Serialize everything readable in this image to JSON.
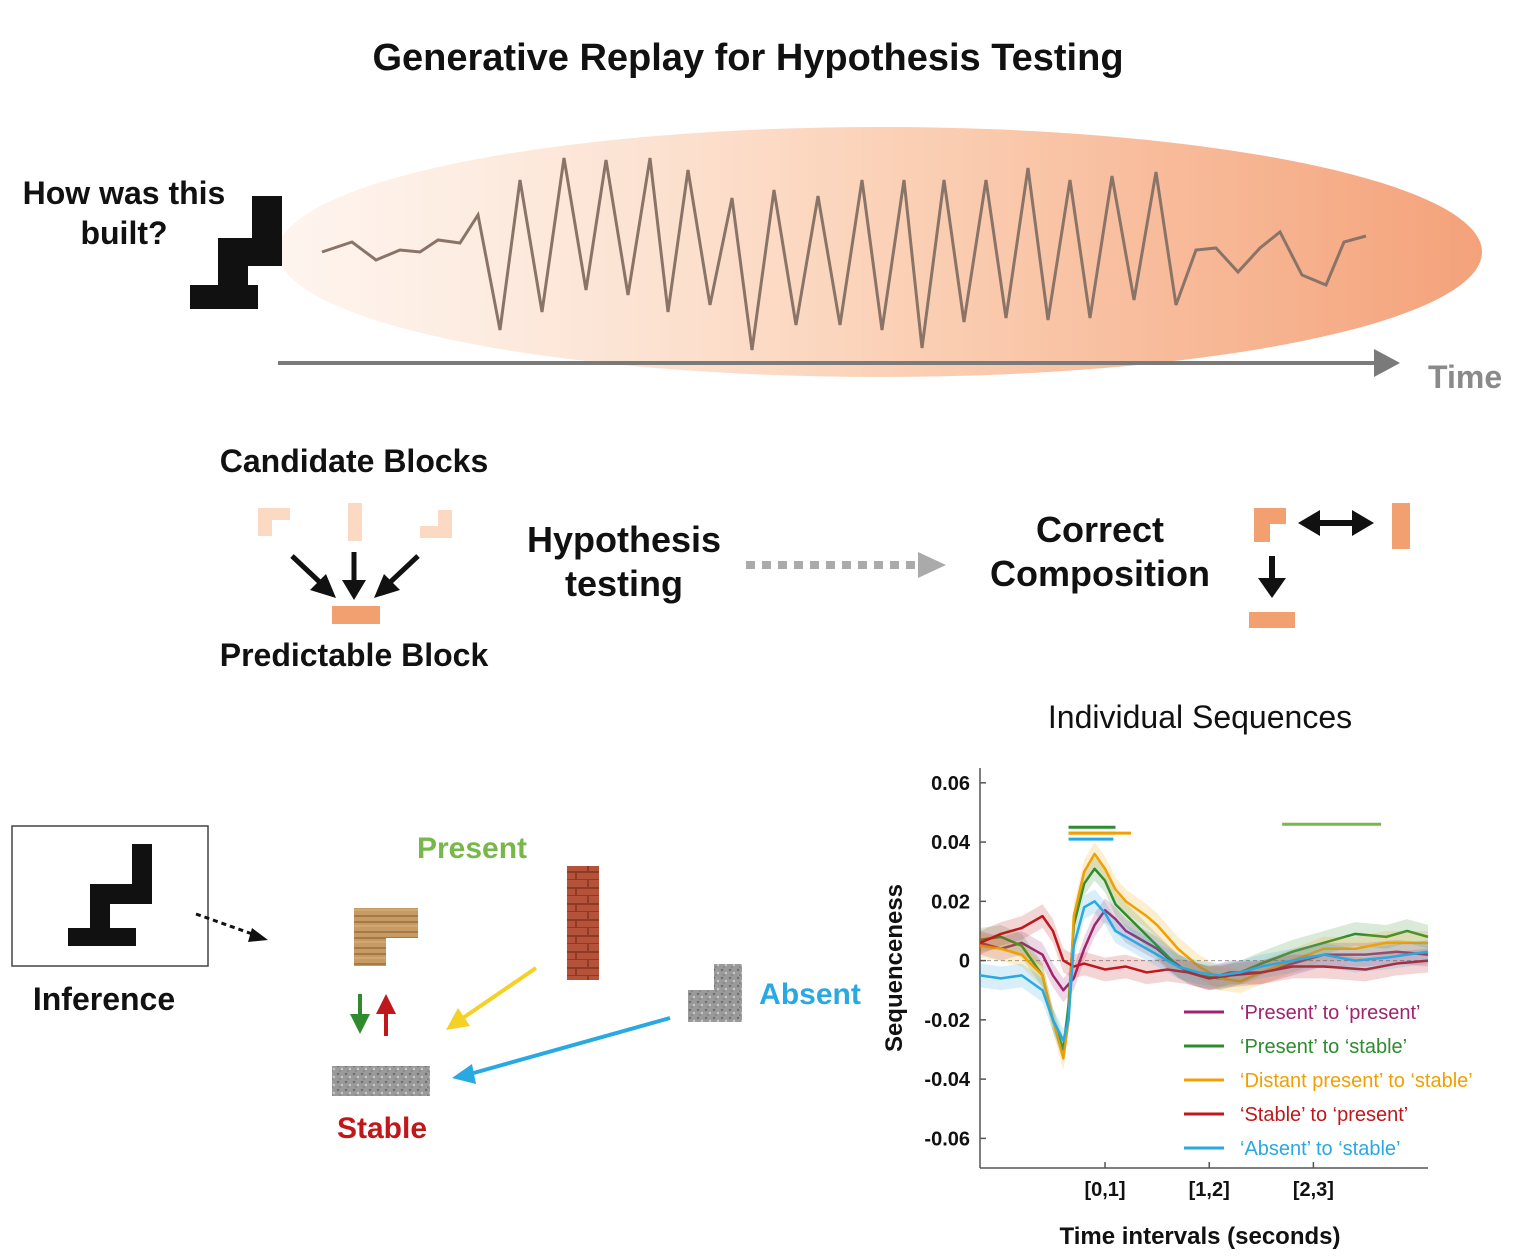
{
  "title": "Generative Replay for Hypothesis Testing",
  "top": {
    "question": [
      "How was this",
      "built?"
    ],
    "time_label": "Time"
  },
  "middle": {
    "candidate_label": "Candidate Blocks",
    "predictable_label": "Predictable Block",
    "hypothesis_label": [
      "Hypothesis",
      "testing"
    ],
    "correct_label": [
      "Correct",
      "Composition"
    ]
  },
  "bottom": {
    "inference_label": "Inference",
    "present_label": "Present",
    "absent_label": "Absent",
    "stable_label": "Stable"
  },
  "colors": {
    "present": "#78b84b",
    "absent": "#29a9e1",
    "stable": "#c0171b",
    "block": "#f2a070",
    "block_light": "#fbd9c2"
  },
  "chart_data": {
    "type": "line",
    "title": "Individual Sequences",
    "xlabel": "Time intervals (seconds)",
    "ylabel": "Sequenceness",
    "xlim": [
      -0.7,
      3.6
    ],
    "ylim": [
      -0.07,
      0.065
    ],
    "yticks": [
      0.06,
      0.04,
      0.02,
      0,
      -0.02,
      -0.04,
      -0.06
    ],
    "ytick_labels": [
      "0.06",
      "0.04",
      "0.02",
      "0",
      "-0.02",
      "-0.04",
      "-0.06"
    ],
    "xtick_positions": [
      0.5,
      1.5,
      2.5
    ],
    "xtick_labels": [
      "[0,1]",
      "[1,2]",
      "[2,3]"
    ],
    "legend_position": "bottom-right",
    "series": [
      {
        "name": "‘Present’ to ‘present’",
        "color": "#a0236e",
        "x": [
          -0.7,
          -0.5,
          -0.3,
          -0.1,
          0.0,
          0.1,
          0.2,
          0.3,
          0.4,
          0.5,
          0.6,
          0.7,
          0.8,
          0.9,
          1.0,
          1.1,
          1.3,
          1.5,
          1.7,
          2.0,
          2.3,
          2.6,
          3.0,
          3.3,
          3.6
        ],
        "y": [
          0.006,
          0.004,
          0.006,
          0.002,
          -0.005,
          -0.01,
          -0.006,
          0.004,
          0.012,
          0.017,
          0.014,
          0.01,
          0.008,
          0.006,
          0.004,
          0.001,
          -0.004,
          -0.006,
          -0.004,
          -0.004,
          -0.001,
          0.002,
          0.002,
          0.003,
          0.002
        ]
      },
      {
        "name": "‘Present’ to ‘stable’",
        "color": "#2e8b2e",
        "x": [
          -0.7,
          -0.5,
          -0.3,
          -0.1,
          0.0,
          0.1,
          0.15,
          0.2,
          0.3,
          0.4,
          0.5,
          0.6,
          0.8,
          1.0,
          1.2,
          1.4,
          1.6,
          1.8,
          2.0,
          2.3,
          2.6,
          2.9,
          3.2,
          3.4,
          3.6
        ],
        "y": [
          0.007,
          0.008,
          0.005,
          -0.005,
          -0.02,
          -0.03,
          -0.015,
          0.012,
          0.026,
          0.031,
          0.027,
          0.019,
          0.012,
          0.005,
          -0.002,
          -0.005,
          -0.006,
          -0.004,
          -0.001,
          0.003,
          0.006,
          0.009,
          0.008,
          0.01,
          0.008
        ]
      },
      {
        "name": "‘Distant present’ to ‘stable’",
        "color": "#f0a000",
        "x": [
          -0.7,
          -0.5,
          -0.3,
          -0.1,
          0.0,
          0.1,
          0.15,
          0.2,
          0.3,
          0.4,
          0.5,
          0.6,
          0.7,
          0.9,
          1.0,
          1.2,
          1.4,
          1.6,
          1.8,
          2.0,
          2.3,
          2.6,
          2.9,
          3.2,
          3.6
        ],
        "y": [
          0.005,
          0.004,
          0.002,
          -0.005,
          -0.02,
          -0.033,
          -0.02,
          0.015,
          0.03,
          0.036,
          0.031,
          0.024,
          0.02,
          0.015,
          0.012,
          0.004,
          -0.002,
          -0.006,
          -0.007,
          -0.004,
          0.0,
          0.004,
          0.004,
          0.006,
          0.006
        ]
      },
      {
        "name": "‘Stable’ to ‘present’",
        "color": "#c0171b",
        "x": [
          -0.7,
          -0.5,
          -0.3,
          -0.1,
          0.0,
          0.1,
          0.2,
          0.3,
          0.5,
          0.7,
          0.9,
          1.1,
          1.3,
          1.5,
          1.7,
          2.0,
          2.3,
          2.6,
          3.0,
          3.3,
          3.6
        ],
        "y": [
          0.006,
          0.009,
          0.011,
          0.015,
          0.01,
          0.0,
          -0.002,
          -0.001,
          -0.003,
          -0.002,
          -0.004,
          -0.003,
          -0.004,
          -0.006,
          -0.005,
          -0.004,
          -0.002,
          -0.002,
          -0.003,
          -0.001,
          0.0
        ]
      },
      {
        "name": "‘Absent’ to ‘stable’",
        "color": "#29a9e1",
        "x": [
          -0.7,
          -0.5,
          -0.3,
          -0.1,
          0.0,
          0.1,
          0.15,
          0.2,
          0.3,
          0.4,
          0.5,
          0.6,
          0.8,
          1.0,
          1.2,
          1.4,
          1.6,
          1.8,
          2.0,
          2.3,
          2.6,
          2.9,
          3.2,
          3.6
        ],
        "y": [
          -0.005,
          -0.006,
          -0.005,
          -0.01,
          -0.02,
          -0.027,
          -0.02,
          0.005,
          0.018,
          0.02,
          0.016,
          0.01,
          0.006,
          0.002,
          -0.002,
          -0.004,
          -0.005,
          -0.004,
          -0.002,
          0.0,
          0.002,
          0.0,
          0.001,
          0.003
        ]
      }
    ],
    "significance_bars": [
      {
        "color": "#2e8b2e",
        "x": [
          0.15,
          0.6
        ],
        "y": 0.045
      },
      {
        "color": "#f0a000",
        "x": [
          0.15,
          0.75
        ],
        "y": 0.043
      },
      {
        "color": "#f0a000",
        "x": [
          0.15,
          0.6
        ],
        "y": 0.043
      },
      {
        "color": "#29a9e1",
        "x": [
          0.15,
          0.58
        ],
        "y": 0.041
      },
      {
        "color": "#78b84b",
        "x": [
          2.2,
          3.15
        ],
        "y": 0.046
      }
    ]
  }
}
